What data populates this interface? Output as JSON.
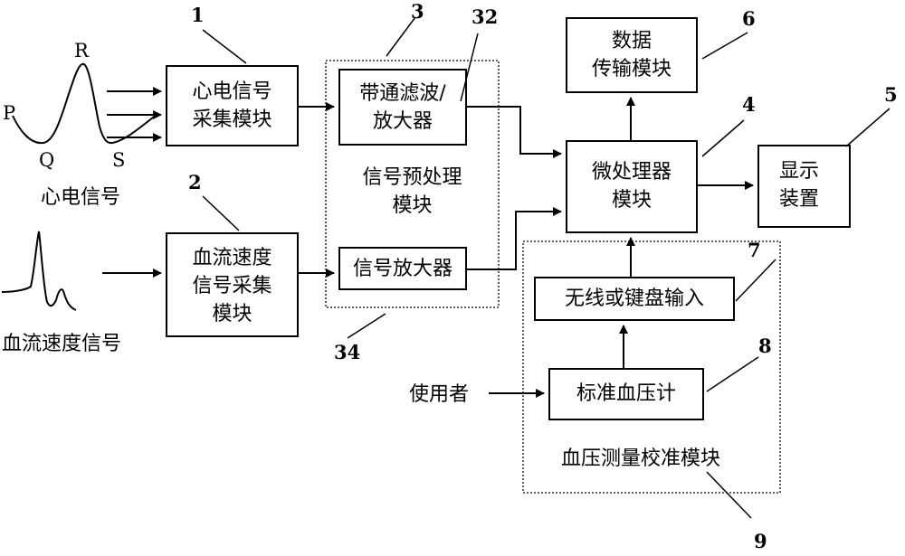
{
  "ecg": {
    "label": "心电信号",
    "R": "R",
    "P": "P",
    "Q": "Q",
    "S": "S"
  },
  "flow": {
    "label": "血流速度信号"
  },
  "user": {
    "label": "使用者"
  },
  "modules": {
    "ecg_acq": {
      "line1": "心电信号",
      "line2": "采集模块"
    },
    "flow_acq": {
      "line1": "血流速度",
      "line2": "信号采集",
      "line3": "模块"
    },
    "bandpass": {
      "line1": "带通滤波/",
      "line2": "放大器"
    },
    "preproc": {
      "line1": "信号预处理",
      "line2": "模块"
    },
    "amp": {
      "label": "信号放大器"
    },
    "transfer": {
      "line1": "数据",
      "line2": "传输模块"
    },
    "mcu": {
      "line1": "微处理器",
      "line2": "模块"
    },
    "display": {
      "line1": "显示",
      "line2": "装置"
    },
    "input": {
      "label": "无线或键盘输入"
    },
    "bp_meter": {
      "label": "标准血压计"
    },
    "calib": {
      "label": "血压测量校准模块"
    }
  },
  "refs": {
    "r1": "1",
    "r2": "2",
    "r3": "3",
    "r32": "32",
    "r34": "34",
    "r4": "4",
    "r5": "5",
    "r6": "6",
    "r7": "7",
    "r8": "8",
    "r9": "9"
  }
}
